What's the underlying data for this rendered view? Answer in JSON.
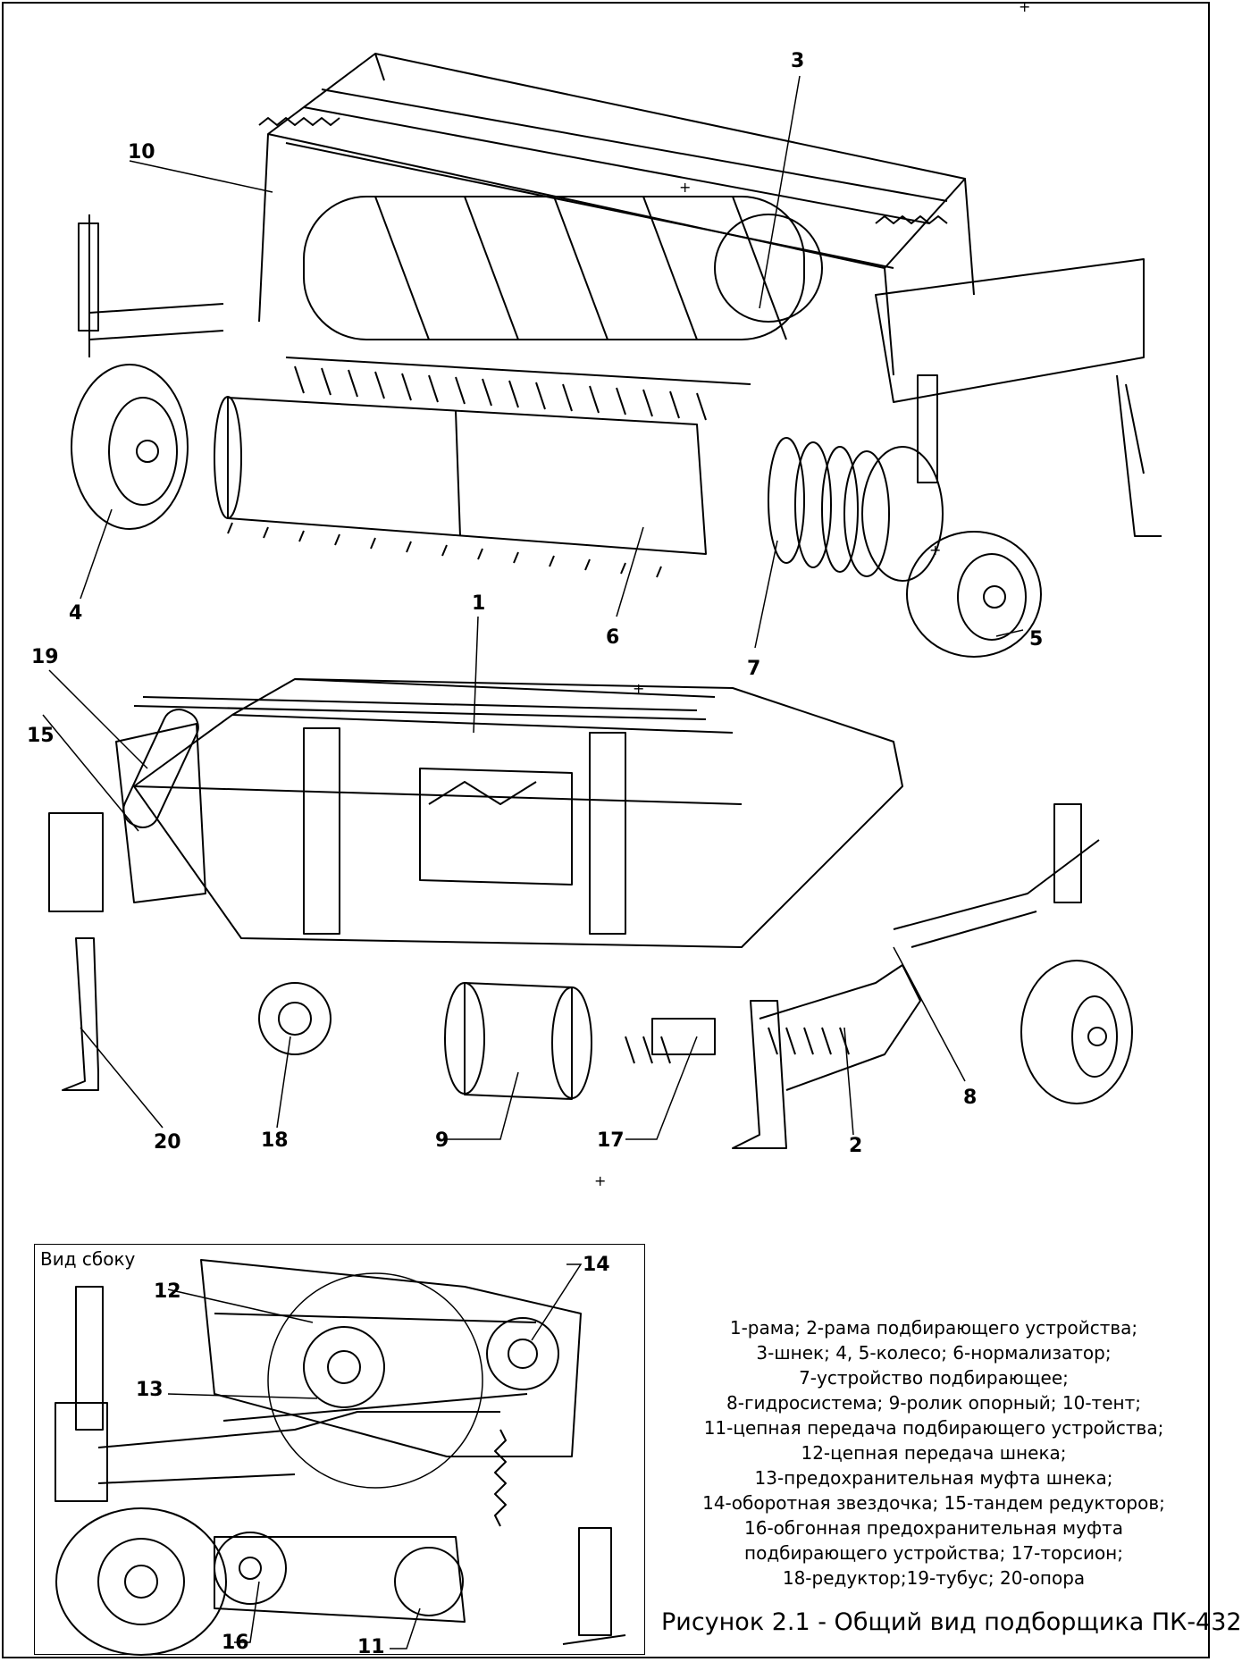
{
  "callouts": {
    "c1": "1",
    "c2": "2",
    "c3": "3",
    "c4": "4",
    "c5": "5",
    "c6": "6",
    "c7": "7",
    "c8": "8",
    "c9": "9",
    "c10": "10",
    "c11": "11",
    "c12": "12",
    "c13": "13",
    "c14": "14",
    "c15": "15",
    "c16": "16",
    "c17": "17",
    "c18": "18",
    "c19": "19",
    "c20": "20"
  },
  "side_view": {
    "title": "Вид сбоку"
  },
  "legend": [
    "1-рама; 2-рама подбирающего устройства;",
    "3-шнек; 4, 5-колесо; 6-нормализатор;",
    "7-устройство подбирающее;",
    "8-гидросистема; 9-ролик опорный; 10-тент;",
    "11-цепная передача  подбирающего устройства;",
    "12-цепная передача шнека;",
    "13-предохранительная муфта шнека;",
    "14-оборотная звездочка;  15-тандем редукторов;",
    "16-обгонная предохранительная муфта",
    "подбирающего устройства;  17-торсион;",
    "18-редуктор;19-тубус; 20-опора"
  ],
  "caption": "Рисунок 2.1 - Общий вид подборщика ПК-432",
  "marks": {
    "plus": "+"
  }
}
